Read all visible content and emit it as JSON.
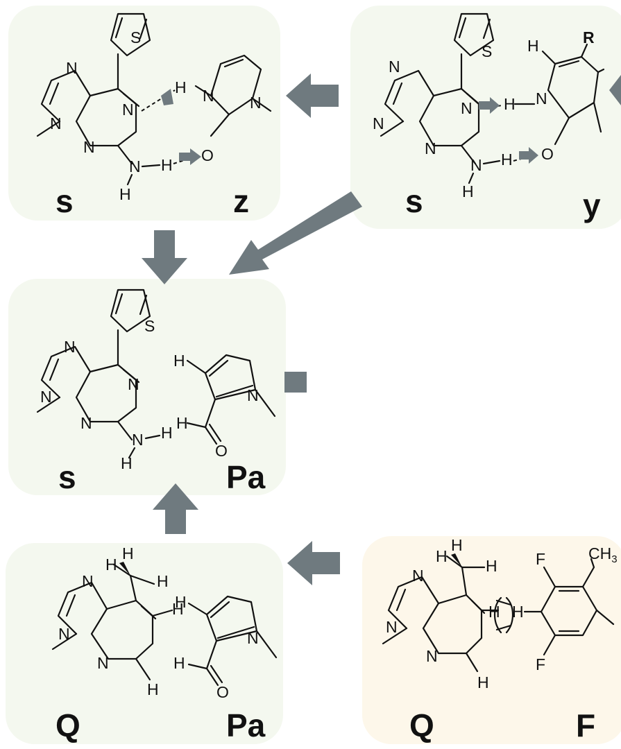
{
  "panels": {
    "sz": {
      "left": "s",
      "right": "z"
    },
    "sy": {
      "left": "s",
      "right": "y",
      "substituent": "R"
    },
    "spa": {
      "left": "s",
      "right": "Pa"
    },
    "qpa": {
      "left": "Q",
      "right": "Pa"
    },
    "qf": {
      "left": "Q",
      "right": "F",
      "methyl": "CH",
      "methyl_sub": "3"
    }
  },
  "atoms": {
    "N": "N",
    "S": "S",
    "H": "H",
    "O": "O",
    "F": "F"
  },
  "colors": {
    "panel": "#f4f8ef",
    "panel_warm": "#fdf7ea",
    "arrow": "#6f7a7f"
  }
}
